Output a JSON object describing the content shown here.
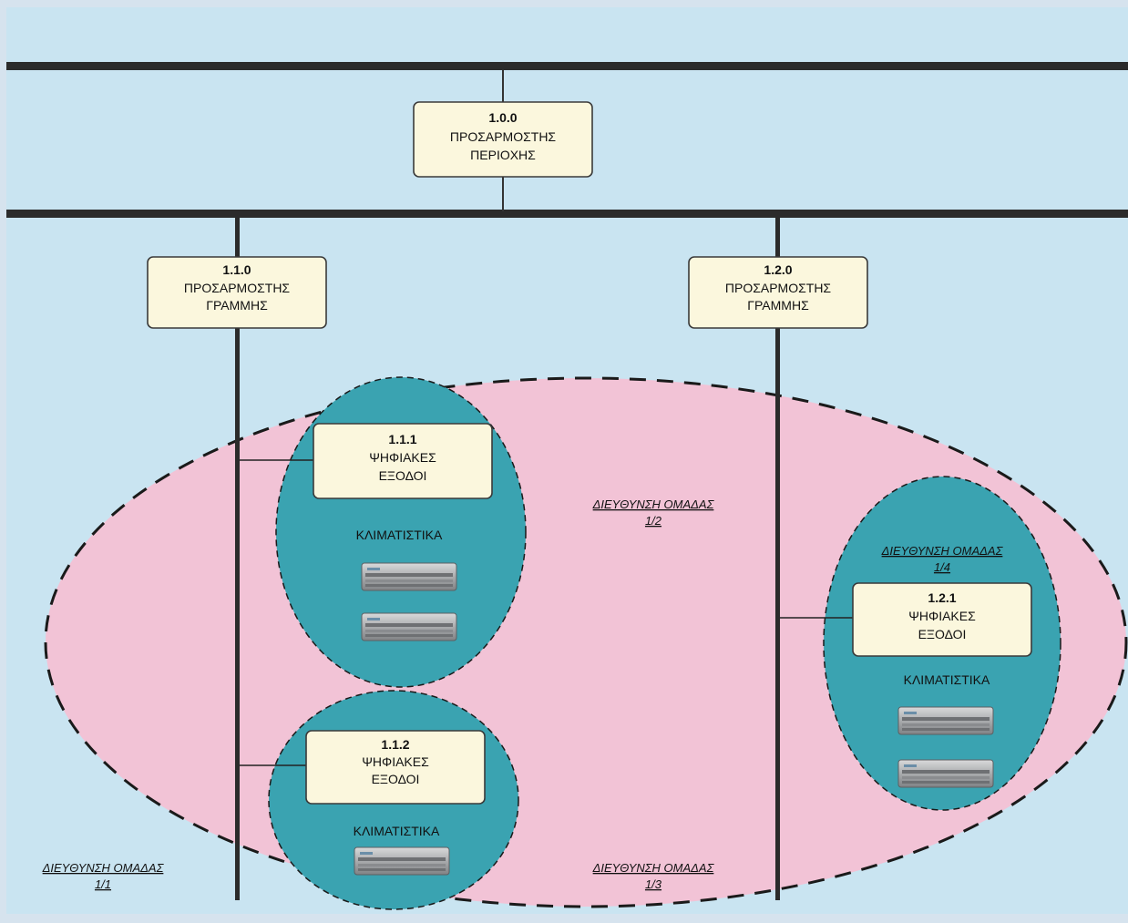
{
  "nodes": {
    "area_adapter": {
      "id": "1.0.0",
      "line1": "ΠΡΟΣΑΡΜΟΣΤΗΣ",
      "line2": "ΠΕΡΙΟΧΗΣ"
    },
    "line_adapter_1": {
      "id": "1.1.0",
      "line1": "ΠΡΟΣΑΡΜΟΣΤΗΣ",
      "line2": "ΓΡΑΜΜΗΣ"
    },
    "line_adapter_2": {
      "id": "1.2.0",
      "line1": "ΠΡΟΣΑΡΜΟΣΤΗΣ",
      "line2": "ΓΡΑΜΜΗΣ"
    },
    "digital_out_111": {
      "id": "1.1.1",
      "line1": "ΨΗΦΙΑΚΕΣ",
      "line2": "ΕΞΟΔΟΙ"
    },
    "digital_out_112": {
      "id": "1.1.2",
      "line1": "ΨΗΦΙΑΚΕΣ",
      "line2": "ΕΞΟΔΟΙ"
    },
    "digital_out_121": {
      "id": "1.2.1",
      "line1": "ΨΗΦΙΑΚΕΣ",
      "line2": "ΕΞΟΔΟΙ"
    }
  },
  "device_label": "ΚΛΙΜΑΤΙΣΤΙΚΑ",
  "groups": {
    "g11": {
      "line1": "ΔΙΕΥΘΥΝΣΗ ΟΜΑΔΑΣ",
      "line2": "1/1"
    },
    "g12": {
      "line1": "ΔΙΕΥΘΥΝΣΗ ΟΜΑΔΑΣ",
      "line2": "1/2"
    },
    "g13": {
      "line1": "ΔΙΕΥΘΥΝΣΗ ΟΜΑΔΑΣ",
      "line2": "1/3"
    },
    "g14": {
      "line1": "ΔΙΕΥΘΥΝΣΗ ΟΜΑΔΑΣ",
      "line2": "1/4"
    }
  },
  "colors": {
    "background": "#c9e4f1",
    "group_area": "#f2c3d6",
    "device_zone": "#3aa3b1",
    "box_fill": "#fbf7dd",
    "bus_line": "#2b2b2b"
  }
}
